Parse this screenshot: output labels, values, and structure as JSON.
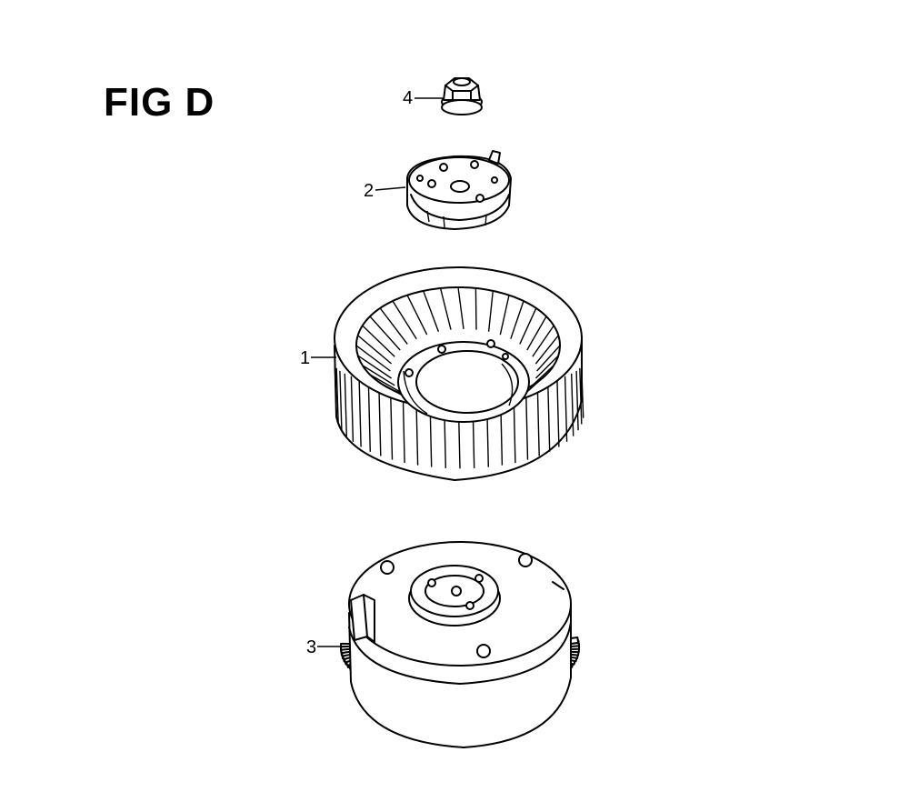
{
  "figure": {
    "title": "FIG D"
  },
  "parts": [
    {
      "id": "part-4",
      "callout": "4"
    },
    {
      "id": "part-2",
      "callout": "2"
    },
    {
      "id": "part-1",
      "callout": "1"
    },
    {
      "id": "part-3",
      "callout": "3"
    }
  ]
}
